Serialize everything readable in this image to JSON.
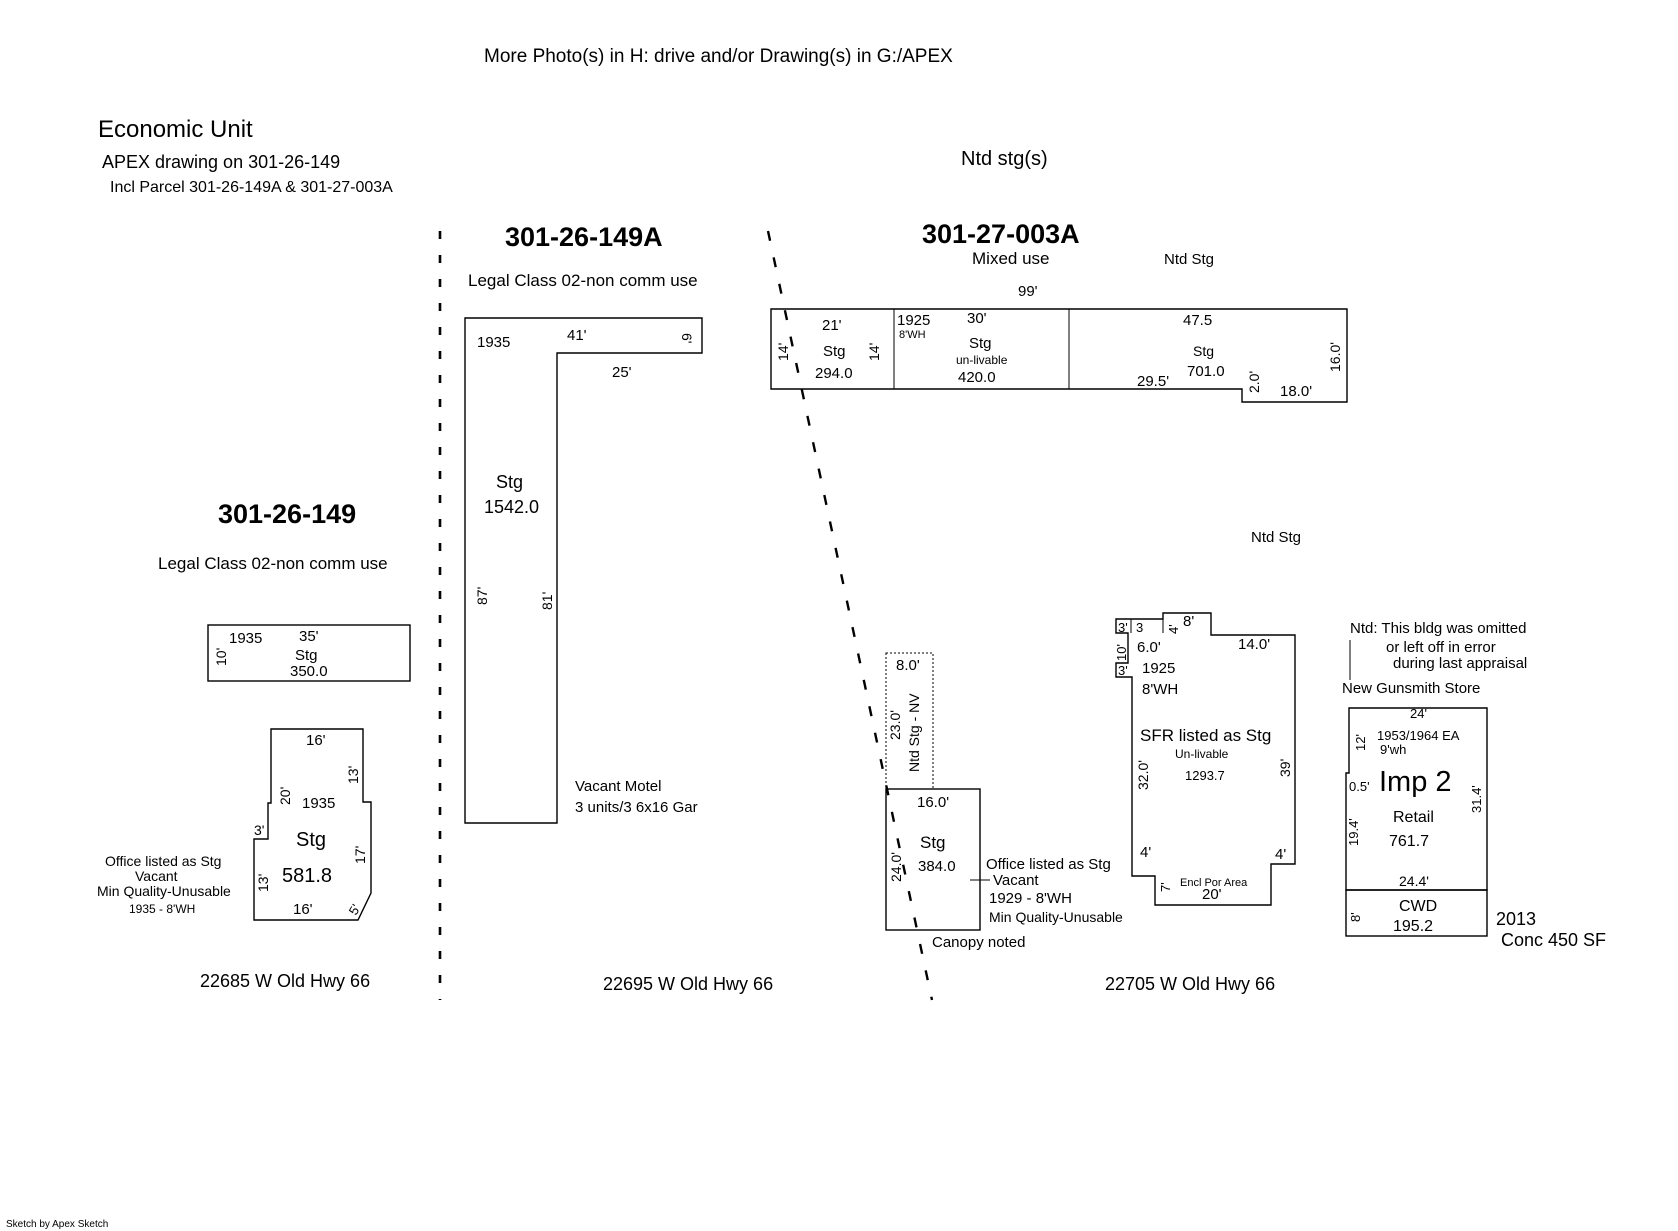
{
  "header": {
    "photos_note": "More Photo(s) in H: drive and/or Drawing(s) in G:/APEX",
    "economic_unit": "Economic Unit",
    "apex_drawing": "APEX drawing on 301-26-149",
    "incl_parcel": "Incl Parcel 301-26-149A & 301-27-003A",
    "ntd_stgs": "Ntd stg(s)"
  },
  "footer": {
    "credit": "Sketch by Apex Sketch"
  },
  "parcel_149": {
    "id": "301-26-149",
    "legal_class": "Legal Class 02-non comm use",
    "address": "22685 W Old Hwy 66",
    "stg_350": {
      "year": "1935",
      "width": "35'",
      "depth": "10'",
      "label": "Stg",
      "area": "350.0"
    },
    "stg_581": {
      "year": "1935",
      "label": "Stg",
      "area": "581.8",
      "dim_top": "16'",
      "dim_bottom": "16'",
      "dim_left_upper": "20'",
      "dim_left_lower": "13'",
      "dim_right_upper": "13'",
      "dim_right_lower": "17'",
      "dim_notch": "3'",
      "dim_corner": "5'"
    },
    "office_note": {
      "line1": "Office listed as Stg",
      "line2": "Vacant",
      "line3": "Min Quality-Unusable",
      "line4": "1935 - 8'WH"
    }
  },
  "parcel_149a": {
    "id": "301-26-149A",
    "legal_class": "Legal Class 02-non comm use",
    "address": "22695 W Old Hwy 66",
    "stg_1542": {
      "year": "1935",
      "label": "Stg",
      "area": "1542.0",
      "dim_top": "41'",
      "dim_right_short": "6'",
      "dim_inner": "25'",
      "dim_left": "87'",
      "dim_inner_vertical": "81'"
    },
    "motel_note": {
      "line1": "Vacant Motel",
      "line2": "3 units/3 6x16 Gar"
    }
  },
  "parcel_003a": {
    "id": "301-27-003A",
    "use": "Mixed use",
    "address": "22705 W Old Hwy 66",
    "ntd_stg_top": "Ntd Stg",
    "ntd_stg_mid": "Ntd Stg",
    "dim_overall": "99'",
    "stg_294": {
      "width": "21'",
      "depth_left": "14'",
      "depth_right": "14'",
      "label": "Stg",
      "area": "294.0"
    },
    "stg_420": {
      "year": "1925",
      "wall_height": "8'WH",
      "width": "30'",
      "label": "Stg",
      "condition": "un-livable",
      "area": "420.0"
    },
    "stg_701": {
      "width": "47.5",
      "label": "Stg",
      "area": "701.0",
      "dim_lower_left": "29.5'",
      "dim_step": "2.0'",
      "dim_lower_right": "18.0'",
      "dim_right": "16.0'"
    },
    "ntd_stg_nv": {
      "width": "8.0'",
      "depth": "23.0'",
      "label": "Ntd Stg - NV"
    },
    "stg_384": {
      "width": "16.0'",
      "depth": "24.0'",
      "label": "Stg",
      "area": "384.0"
    },
    "office_note": {
      "line1": "Office listed as Stg",
      "line2": "Vacant",
      "line3": "1929 - 8'WH",
      "line4": "Min Quality-Unusable"
    },
    "canopy_note": "Canopy noted",
    "sfr": {
      "year": "1925",
      "wall_height": "8'WH",
      "label": "SFR listed as Stg",
      "condition": "Un-livable",
      "area": "1293.7",
      "dim_a": "3'",
      "dim_b": "3",
      "dim_c": "4'",
      "dim_d": "8'",
      "dim_e": "10'",
      "dim_f": "3'",
      "dim_g": "6.0'",
      "dim_h": "14.0'",
      "dim_i": "32.0'",
      "dim_j": "39'",
      "dim_k": "4'",
      "dim_l": "4'",
      "dim_m": "7'",
      "dim_n": "20'",
      "encl_por": "Encl Por Area"
    },
    "imp2_note": {
      "line1": "Ntd: This bldg was omitted",
      "line2": "or left off in error",
      "line3": "during last appraisal",
      "line4": "New Gunsmith Store"
    },
    "imp2": {
      "width_top": "24'",
      "years": "1953/1964 EA",
      "wall_height": "9'wh",
      "dim_upper_left": "12'",
      "dim_notch": "0.5'",
      "label": "Imp 2",
      "use": "Retail",
      "area": "761.7",
      "dim_left": "19.4'",
      "dim_right": "31.4'",
      "width_bottom": "24.4'"
    },
    "cwd": {
      "label": "CWD",
      "area": "195.2",
      "depth": "8'"
    },
    "conc_note": {
      "year": "2013",
      "label": "Conc 450 SF"
    }
  }
}
